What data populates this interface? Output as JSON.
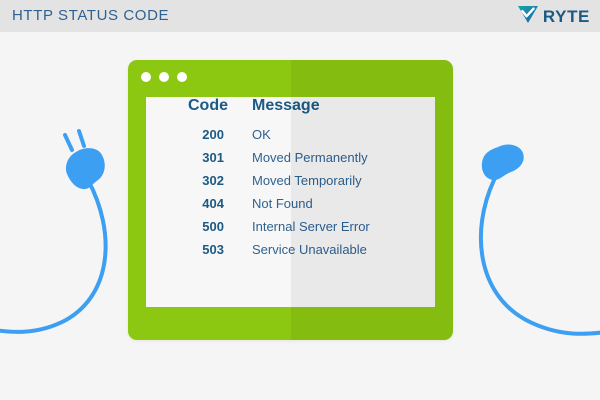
{
  "header": {
    "title": "HTTP STATUS CODE",
    "brand_name": "RYTE",
    "brand_icon": "diamond-check-icon",
    "bar_color": "#e3e3e3",
    "title_color": "#2f6292",
    "brand_color": "#1b5a86"
  },
  "window": {
    "frame_color": "#8cc811",
    "content_color": "#f7f7f7",
    "traffic_lights": [
      "dot-red",
      "dot-yellow",
      "dot-green"
    ]
  },
  "decor": {
    "cable_color": "#3d9ff2",
    "left_plug_icon": "power-plug-icon",
    "right_plug_icon": "power-socket-icon"
  },
  "table": {
    "columns": [
      "Code",
      "Message"
    ],
    "rows": [
      {
        "code": "200",
        "message": "OK"
      },
      {
        "code": "301",
        "message": "Moved Permanently"
      },
      {
        "code": "302",
        "message": "Moved Temporarily"
      },
      {
        "code": "404",
        "message": "Not Found"
      },
      {
        "code": "500",
        "message": "Internal Server Error"
      },
      {
        "code": "503",
        "message": "Service Unavailable"
      }
    ]
  }
}
